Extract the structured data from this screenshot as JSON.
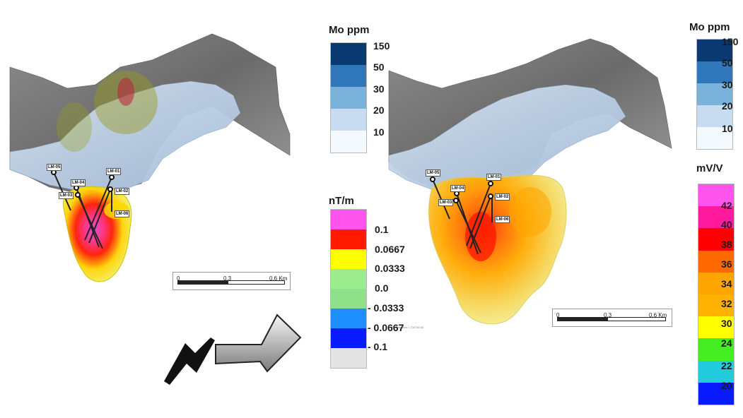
{
  "left_panel": {
    "drillholes": [
      "LM-05",
      "LM-04",
      "LM-03",
      "LM-01",
      "LM-02",
      "LM-06"
    ],
    "scale_ticks": [
      "0",
      "0.3",
      "0.6 Km"
    ]
  },
  "right_panel": {
    "drillholes": [
      "LM-05",
      "LM-04",
      "LM-03",
      "LM-01",
      "LM-02",
      "LM-06"
    ],
    "scale_ticks": [
      "0",
      "0.3",
      "0.6 Km"
    ],
    "section_note": "East section = 734730.00"
  },
  "legend_mo_left": {
    "title": "Mo ppm",
    "labels": [
      "150",
      "50",
      "30",
      "20",
      "10"
    ],
    "colors": [
      "#0b3a73",
      "#2f77b8",
      "#7ab2dc",
      "#c7dcf0",
      "#f4f9fd"
    ]
  },
  "legend_mag": {
    "title": "nT/m",
    "labels": [
      "0.1",
      "0.0667",
      "0.0333",
      "0.0",
      "- 0.0333",
      "- 0.0667",
      "- 0.1"
    ],
    "colors": [
      "#ff55ee",
      "#ff1a00",
      "#ffff00",
      "#9ceb8c",
      "#8fe08a",
      "#1e8fff",
      "#0a1aff",
      "#e3e3e3"
    ]
  },
  "legend_mo_right": {
    "title": "Mo ppm",
    "labels": [
      "150",
      "50",
      "30",
      "20",
      "10"
    ],
    "colors": [
      "#0b3a73",
      "#2f77b8",
      "#7ab2dc",
      "#c7dcf0",
      "#f4f9fd"
    ]
  },
  "legend_ip": {
    "title": "mV/V",
    "labels": [
      "42",
      "40",
      "38",
      "36",
      "34",
      "32",
      "30",
      "24",
      "22",
      "20"
    ],
    "colors": [
      "#ff55ee",
      "#ff1a9e",
      "#ff0000",
      "#ff6a00",
      "#ffa500",
      "#ffb300",
      "#ffff00",
      "#44ee22",
      "#22ccdd",
      "#0a1aff"
    ]
  }
}
